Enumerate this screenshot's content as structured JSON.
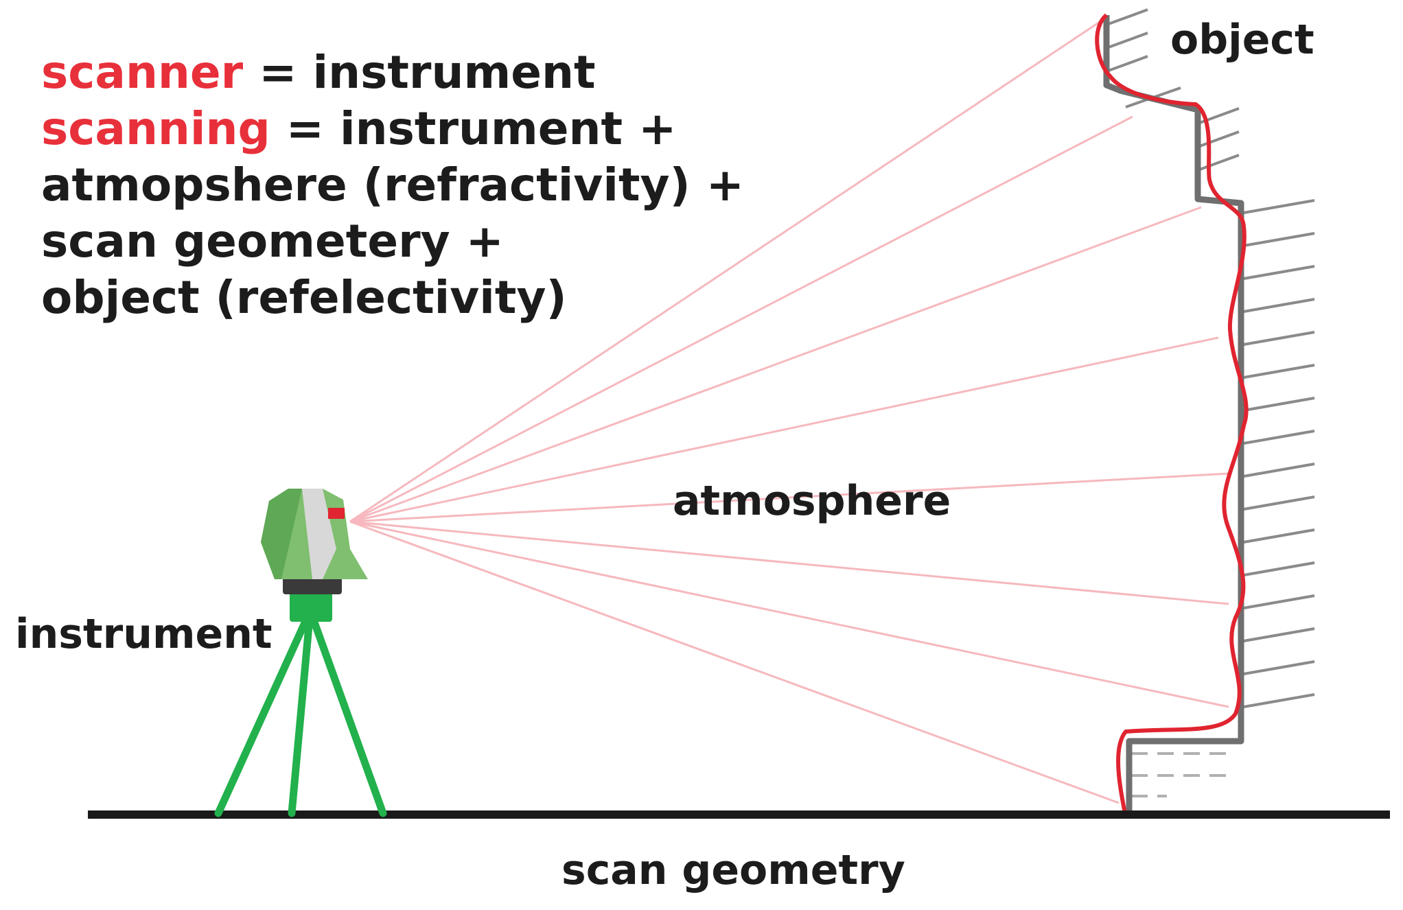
{
  "legend": {
    "line1": {
      "term": "scanner",
      "rest": " = instrument"
    },
    "line2": {
      "term": "scanning",
      "rest": " = instrument +"
    },
    "line3": "atmopshere (refractivity) +",
    "line4": "scan geometery +",
    "line5": "object (refelectivity)"
  },
  "labels": {
    "object": "object",
    "atmosphere": "atmosphere",
    "instrument": "instrument",
    "scan_geometry": "scan geometry"
  },
  "colors": {
    "term_red": "#e8303a",
    "ray_pink": "#f6b8be",
    "measured_red": "#e02430",
    "surface_gray": "#6f6f6f",
    "tripod_green": "#22b14c",
    "ground_black": "#1a1a1a"
  }
}
